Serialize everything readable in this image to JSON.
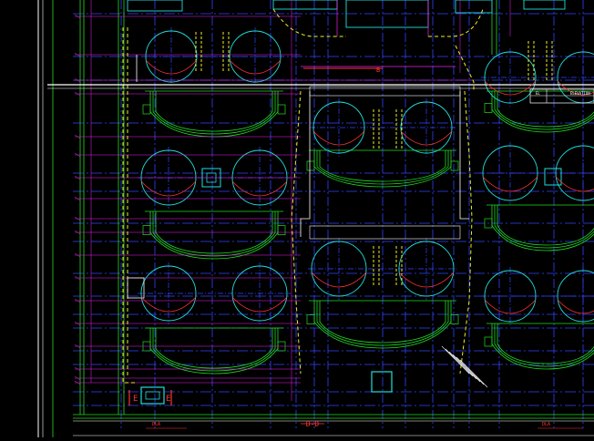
{
  "drawing": {
    "section_title": "D-D",
    "section_marker_left": "E",
    "section_marker_right": "E",
    "section_marker_top": "B",
    "detail_note_left": "DLA",
    "detail_note_right": "DLA",
    "title_row_cells": [
      "EL",
      "ELEVATION"
    ]
  },
  "colors": {
    "background": "#000000",
    "green": "#22dd22",
    "cyan": "#22dddd",
    "magenta": "#ee22ee",
    "blue": "#3344ff",
    "yellow": "#eeee22",
    "red": "#ff3333",
    "white": "#ffffff",
    "gray": "#999999"
  }
}
